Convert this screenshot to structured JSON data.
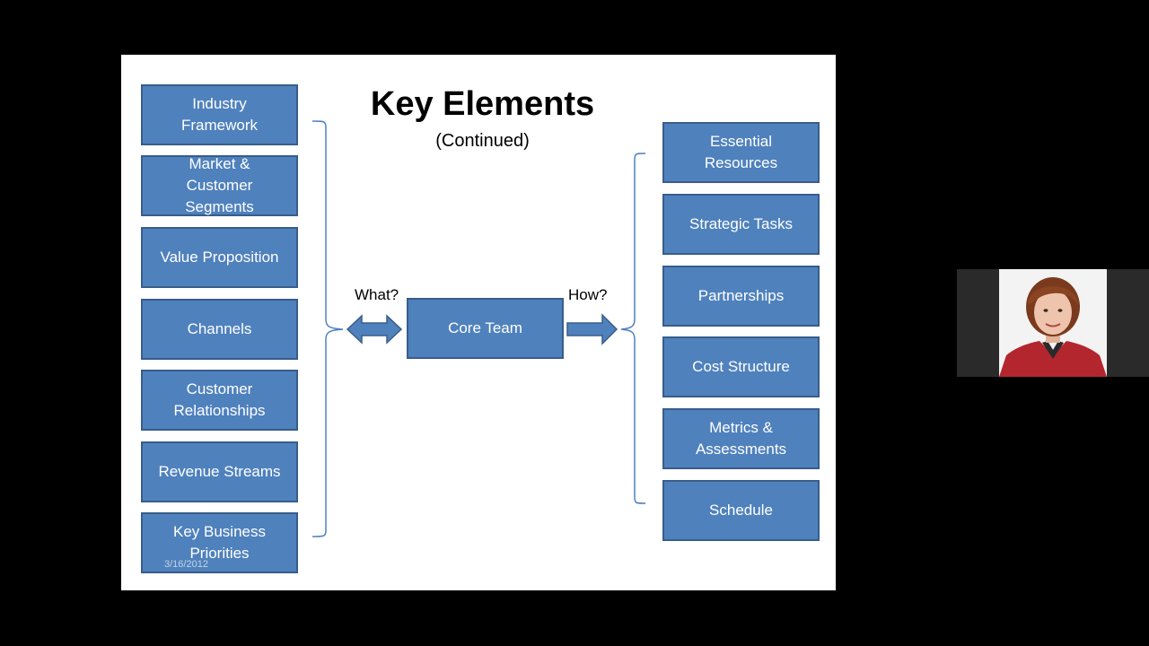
{
  "slide": {
    "title": "Key Elements",
    "subtitle": "(Continued)",
    "left_items": [
      "Industry\nFramework",
      "Market &\nCustomer\nSegments",
      "Value Proposition",
      "Channels",
      "Customer\nRelationships",
      "Revenue Streams",
      "Key Business\nPriorities"
    ],
    "center": {
      "label": "Core Team",
      "what_label": "What?",
      "how_label": "How?"
    },
    "right_items": [
      "Essential\nResources",
      "Strategic Tasks",
      "Partnerships",
      "Cost Structure",
      "Metrics &\nAssessments",
      "Schedule"
    ],
    "date_stamp": "3/16/2012",
    "colors": {
      "box_fill": "#4f81bd",
      "box_border": "#385d8a",
      "bracket": "#4f81bd"
    }
  },
  "presenter": {
    "icon": "person-avatar"
  }
}
